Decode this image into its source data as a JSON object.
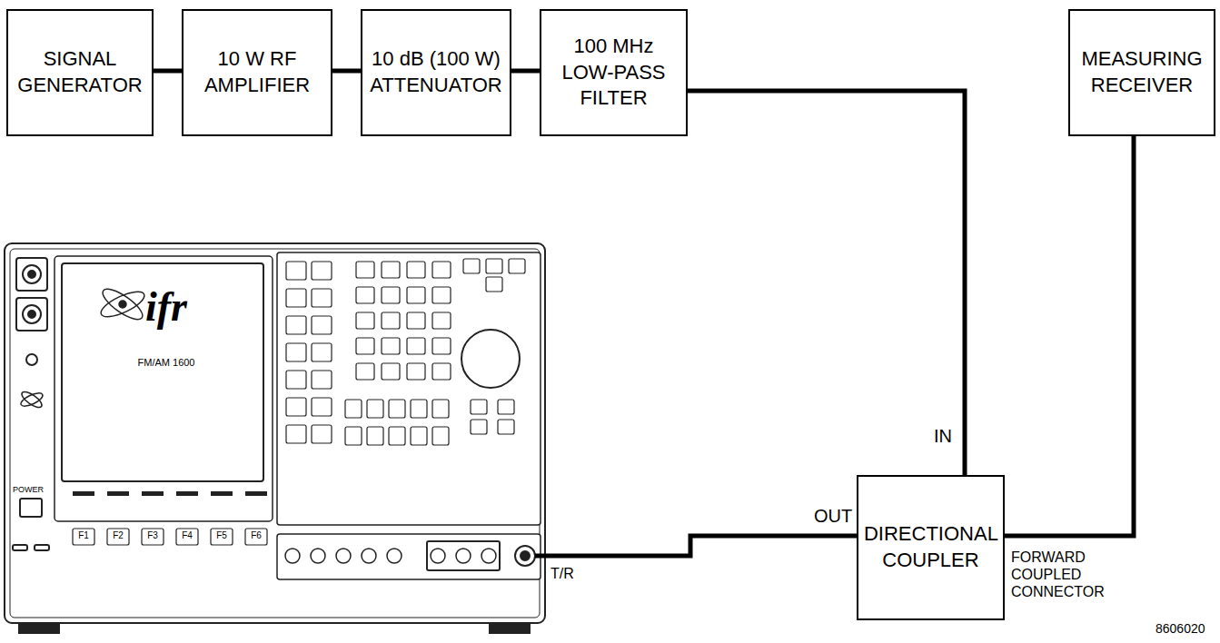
{
  "diagram": {
    "nodes": [
      {
        "text": [
          "SIGNAL GENERATOR"
        ]
      },
      {
        "text": [
          "10 W RF AMPLIFIER"
        ]
      },
      {
        "text": [
          "10 dB (100 W) ATTENUATOR"
        ]
      },
      {
        "text": [
          "100 MHz LOW-PASS FILTER"
        ]
      },
      {
        "text": [
          "MEASURING RECEIVER"
        ]
      },
      {
        "text": [
          "FM/AM 1600"
        ]
      },
      {
        "text": [
          "DIRECTIONAL COUPLER"
        ]
      }
    ],
    "edges": [
      {
        "from": 0,
        "to": 1,
        "arrow": "none"
      },
      {
        "from": 1,
        "to": 2,
        "arrow": "none"
      },
      {
        "from": 2,
        "to": 3,
        "arrow": "none"
      },
      {
        "from": 3,
        "to": 6,
        "arrow": "none"
      },
      {
        "from": 6,
        "to": 5,
        "arrow": "none"
      },
      {
        "from": 6,
        "to": 4,
        "arrow": "none"
      }
    ],
    "labels": [
      "IN",
      "OUT",
      "T/R",
      "FORWARD COUPLED CONNECTOR",
      "8606020",
      "POWER",
      "F1",
      "F2",
      "F3",
      "F4",
      "F5",
      "F6",
      "ifr"
    ]
  }
}
